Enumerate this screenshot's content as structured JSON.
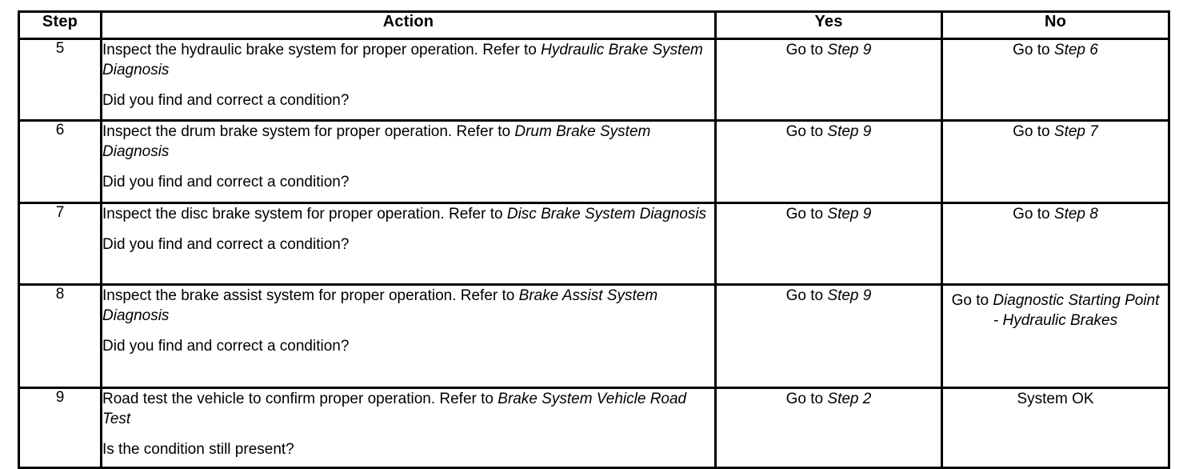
{
  "table": {
    "headers": [
      "Step",
      "Action",
      "Yes",
      "No"
    ],
    "rows": [
      {
        "step": "5",
        "action_main_pre": "Inspect the hydraulic brake system for proper operation. Refer to ",
        "action_main_italic": "Hydraulic Brake System Diagnosis",
        "action_question": "Did you find and correct a condition?",
        "yes_pre": "Go to ",
        "yes_italic": "Step 9",
        "no_pre": "Go to ",
        "no_italic": "Step 6",
        "no_extra": ""
      },
      {
        "step": "6",
        "action_main_pre": "Inspect the drum brake system for proper operation. Refer to ",
        "action_main_italic": "Drum Brake System Diagnosis",
        "action_question": "Did you find and correct a condition?",
        "yes_pre": "Go to ",
        "yes_italic": "Step 9",
        "no_pre": "Go to ",
        "no_italic": "Step 7",
        "no_extra": ""
      },
      {
        "step": "7",
        "action_main_pre": "Inspect the disc brake system for proper operation. Refer to ",
        "action_main_italic": "Disc Brake System Diagnosis",
        "action_question": "Did you find and correct a condition?",
        "yes_pre": "Go to ",
        "yes_italic": "Step 9",
        "no_pre": "Go to ",
        "no_italic": "Step 8",
        "no_extra": ""
      },
      {
        "step": "8",
        "action_main_pre": "Inspect the brake assist system for proper operation. Refer to ",
        "action_main_italic": "Brake Assist System Diagnosis",
        "action_question": "Did you find and correct a condition?",
        "yes_pre": "Go to ",
        "yes_italic": "Step 9",
        "no_pre": "Go to ",
        "no_italic": "Diagnostic Starting Point - Hydraulic Brakes",
        "no_extra": ""
      },
      {
        "step": "9",
        "action_main_pre": "Road test the vehicle to confirm proper operation. Refer to ",
        "action_main_italic": "Brake System Vehicle Road Test",
        "action_question": "Is the condition still present?",
        "yes_pre": "Go to ",
        "yes_italic": "Step 2",
        "no_pre": "System OK",
        "no_italic": "",
        "no_extra": ""
      }
    ]
  },
  "colors": {
    "border": "#000000",
    "background": "#ffffff",
    "text": "#000000"
  }
}
